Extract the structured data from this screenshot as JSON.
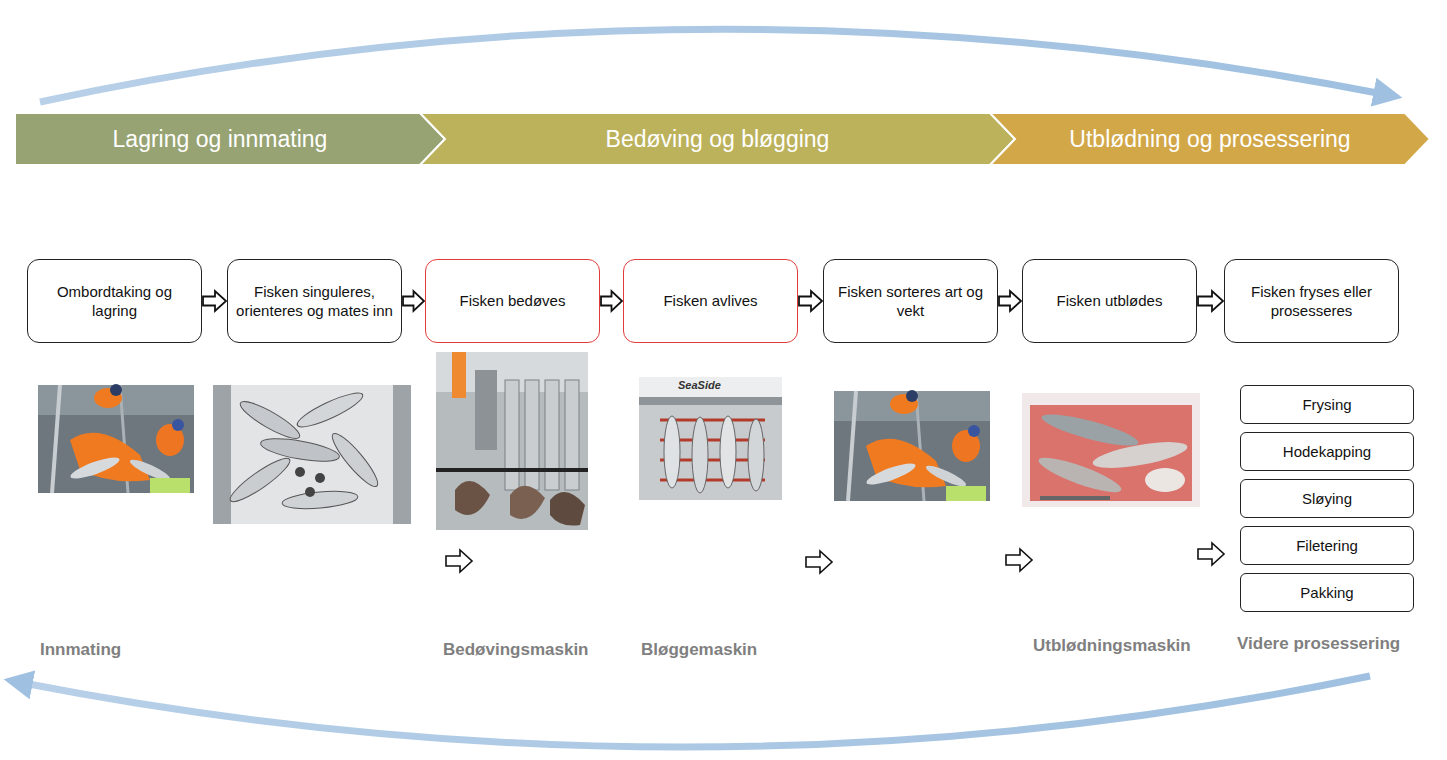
{
  "diagram": {
    "nodes": [
      {
        "text": [
          "Lagring og innmating"
        ]
      },
      {
        "text": [
          "Bedøving og bløgging"
        ]
      },
      {
        "text": [
          "Utblødning og prosessering"
        ]
      },
      {
        "text": [
          "Ombordtaking og lagring"
        ]
      },
      {
        "text": [
          "Fisken singuleres, orienteres og mates inn"
        ]
      },
      {
        "text": [
          "Fisken bedøves"
        ]
      },
      {
        "text": [
          "Fisken avlives"
        ]
      },
      {
        "text": [
          "Fisken sorteres art og vekt"
        ]
      },
      {
        "text": [
          "Fisken utblødes"
        ]
      },
      {
        "text": [
          "Fisken fryses eller prosesseres"
        ]
      },
      {
        "text": [
          "Frysing"
        ]
      },
      {
        "text": [
          "Hodekapping"
        ]
      },
      {
        "text": [
          "Sløying"
        ]
      },
      {
        "text": [
          "Filetering"
        ]
      },
      {
        "text": [
          "Pakking"
        ]
      }
    ],
    "edges": [
      {
        "from": 3,
        "to": 4,
        "arrow": "to"
      },
      {
        "from": 4,
        "to": 5,
        "arrow": "to"
      },
      {
        "from": 5,
        "to": 6,
        "arrow": "to"
      },
      {
        "from": 6,
        "to": 7,
        "arrow": "to"
      },
      {
        "from": 7,
        "to": 8,
        "arrow": "to"
      },
      {
        "from": 8,
        "to": 9,
        "arrow": "to"
      }
    ],
    "labels": [
      "SeaSide",
      "Innmating",
      "Bedøvingsmaskin",
      "Bløggemaskin",
      "Utblødningsmaskin",
      "Videre prosessering"
    ]
  }
}
